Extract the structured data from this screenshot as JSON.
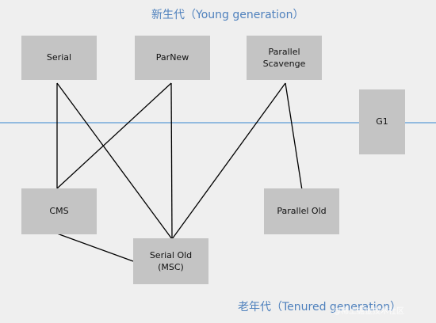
{
  "titles": {
    "young": "新生代（Young generation）",
    "old": "老年代（Tenured generation）"
  },
  "collectors": {
    "serial": "Serial",
    "parnew": "ParNew",
    "parallel_scavenge": "Parallel\nScavenge",
    "g1": "G1",
    "cms": "CMS",
    "serial_old": "Serial Old\n(MSC)",
    "parallel_old": "Parallel Old"
  },
  "watermark": "@稀土掘金技术社区",
  "colors": {
    "background": "#efefef",
    "node": "#c4c4c4",
    "title": "#4f81bd",
    "divider": "#5b9bd5",
    "edge": "#000000"
  },
  "edges": [
    [
      "serial",
      "cms"
    ],
    [
      "serial",
      "serial_old"
    ],
    [
      "parnew",
      "cms"
    ],
    [
      "parnew",
      "serial_old"
    ],
    [
      "parallel_scavenge",
      "serial_old"
    ],
    [
      "parallel_scavenge",
      "parallel_old"
    ],
    [
      "cms",
      "serial_old"
    ]
  ]
}
